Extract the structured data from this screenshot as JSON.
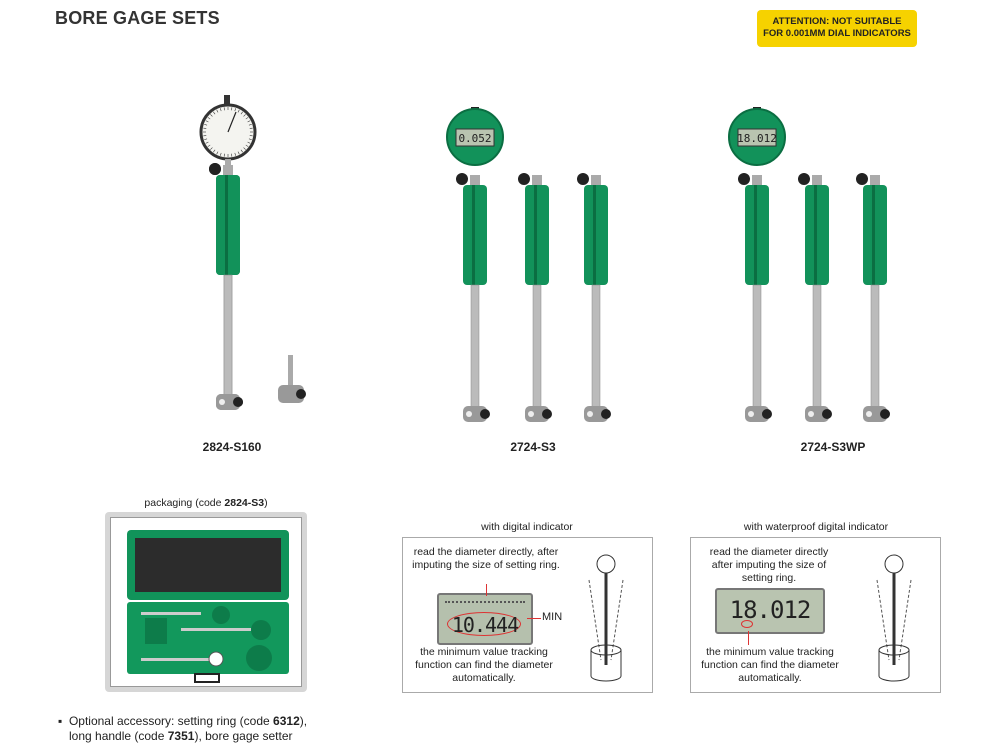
{
  "title": "BORE GAGE SETS",
  "attention": {
    "line1": "ATTENTION: NOT SUITABLE",
    "line2": "FOR 0.001MM DIAL INDICATORS",
    "color": "#f6d200"
  },
  "products": [
    {
      "model": "2824-S160",
      "indicator": "dial"
    },
    {
      "model": "2724-S3",
      "indicator": "digital",
      "reading": "0.052"
    },
    {
      "model": "2724-S3WP",
      "indicator": "waterproof digital",
      "reading": "18.012"
    }
  ],
  "packaging": {
    "caption_prefix": "packaging (code ",
    "code": "2824-S3",
    "caption_suffix": ")"
  },
  "digital_panel": {
    "caption": "with digital indicator",
    "text_top": "read the diameter directly, after imputing the size of setting ring.",
    "display": "10.444",
    "min_label": "MIN",
    "text_bottom": "the minimum value tracking function can find the diameter automatically."
  },
  "waterproof_panel": {
    "caption": "with waterproof digital indicator",
    "text_top": "read the diameter directly after imputing the size of setting ring.",
    "display": "18.012",
    "text_bottom": "the minimum value tracking function can find the diameter automatically."
  },
  "notes": {
    "bullet": "▪",
    "line1_prefix": "Optional accessory: setting ring (code ",
    "code1": "6312",
    "line1_suffix": "),",
    "line2_prefix": "long handle (code ",
    "code2": "7351",
    "line2_suffix": "), bore gage setter"
  },
  "colors": {
    "green": "#12925a",
    "dark_green": "#0b6e42",
    "lcd": "#b9c4b0",
    "callout_red": "#d33"
  }
}
